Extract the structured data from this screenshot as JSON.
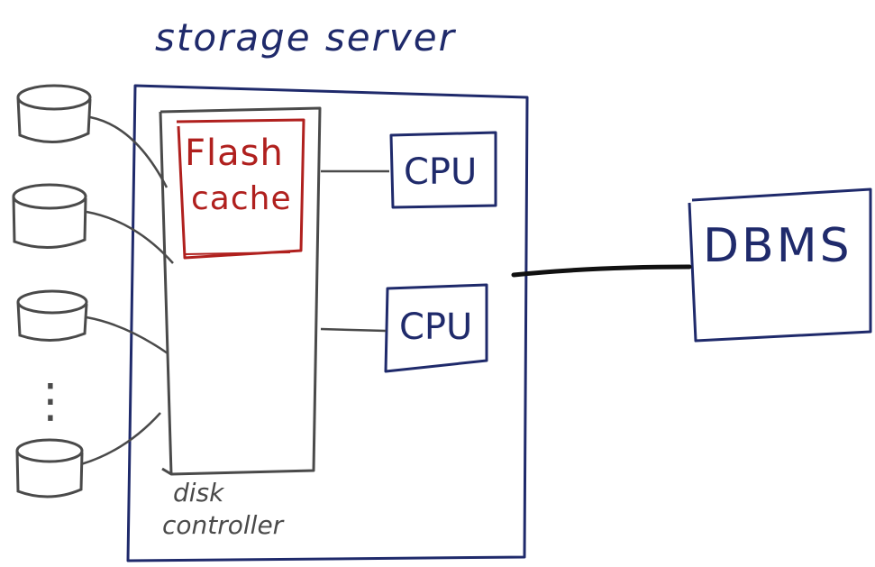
{
  "title": "storage server",
  "flash_cache": {
    "line1": "Flash",
    "line2": "cache"
  },
  "cpu_top": "CPU",
  "cpu_bottom": "CPU",
  "dbms": "DBMS",
  "disk_controller": {
    "line1": "disk",
    "line2": "controller"
  },
  "ellipsis": "⋮",
  "colors": {
    "blue": "#1f2a6b",
    "gray": "#4a4a4a",
    "red": "#b0201e",
    "black": "#111111"
  }
}
